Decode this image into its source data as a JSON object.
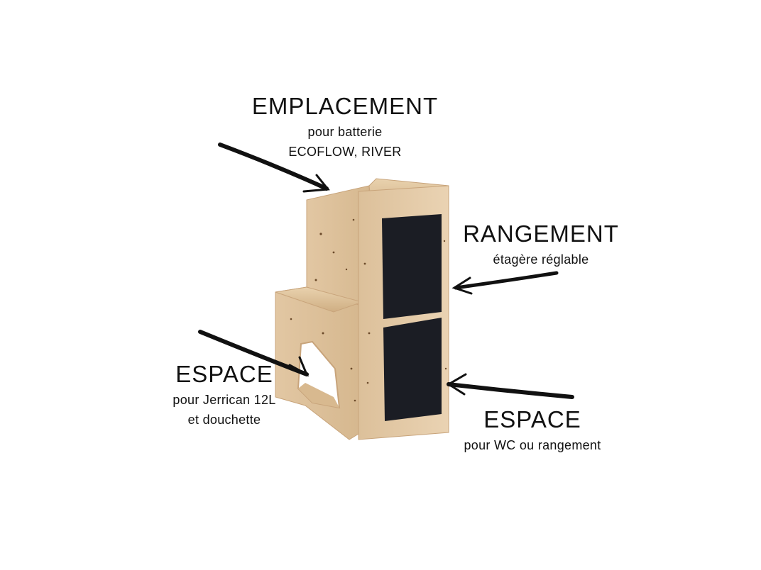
{
  "annotations": {
    "battery": {
      "title": "EMPLACEMENT",
      "lines": [
        "pour batterie",
        "ECOFLOW, RIVER"
      ]
    },
    "storage": {
      "title": "RANGEMENT",
      "lines": [
        "étagère réglable"
      ]
    },
    "jerrican": {
      "title": "ESPACE",
      "lines": [
        "pour Jerrican 12L",
        "et douchette"
      ]
    },
    "wc": {
      "title": "ESPACE",
      "lines": [
        "pour WC ou rangement"
      ]
    }
  },
  "colors": {
    "wood": "#e3c9a6",
    "wood_dark": "#c9a57c",
    "wood_edge": "#d8b98f",
    "panel": "#1b1d24",
    "arrow": "#111111"
  }
}
